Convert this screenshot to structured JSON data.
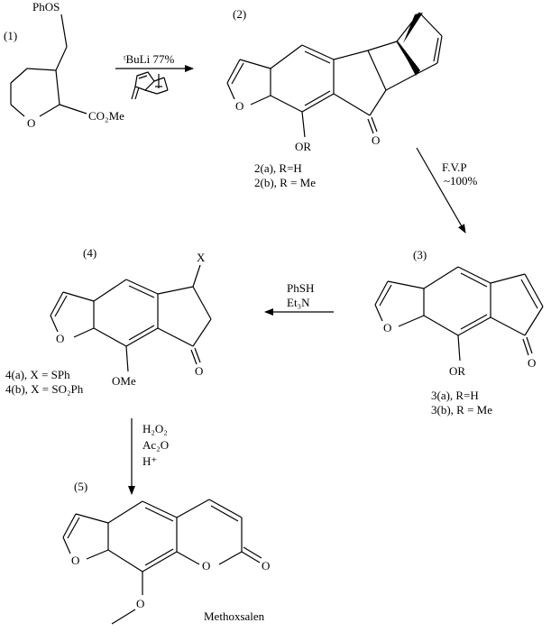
{
  "compounds": {
    "c1": {
      "number": "(1)",
      "substituent_top": "PhOS",
      "ring_o": "O",
      "ester": "CO₂Me"
    },
    "c2": {
      "number": "(2)",
      "ring_o": "O",
      "carbonyl_o": "O",
      "or_group": "OR",
      "caption_a": "2(a), R=H",
      "caption_b": "2(b), R = Me"
    },
    "c3": {
      "number": "(3)",
      "ring_o": "O",
      "carbonyl_o": "O",
      "or_group": "OR",
      "caption_a": "3(a), R=H",
      "caption_b": "3(b), R = Me"
    },
    "c4": {
      "number": "(4)",
      "x_label": "X",
      "ring_o": "O",
      "carbonyl_o": "O",
      "ome": "OMe",
      "caption_a": "4(a), X = SPh",
      "caption_b": "4(b), X = SO₂Ph"
    },
    "c5": {
      "number": "(5)",
      "ring_o": "O",
      "lactone_o": "O",
      "carbonyl_o": "O",
      "methoxy_o": "O",
      "name": "Methoxsalen"
    }
  },
  "arrows": {
    "step1": {
      "reagent": "ᵗBuLi 77%"
    },
    "step2": {
      "line1": "F.V.P",
      "line2": "~100%"
    },
    "step3": {
      "line1": "PhSH",
      "line2": "Et₃N"
    },
    "step4": {
      "line1": "H₂O₂",
      "line2": "Ac₂O",
      "line3": "H⁺"
    }
  }
}
